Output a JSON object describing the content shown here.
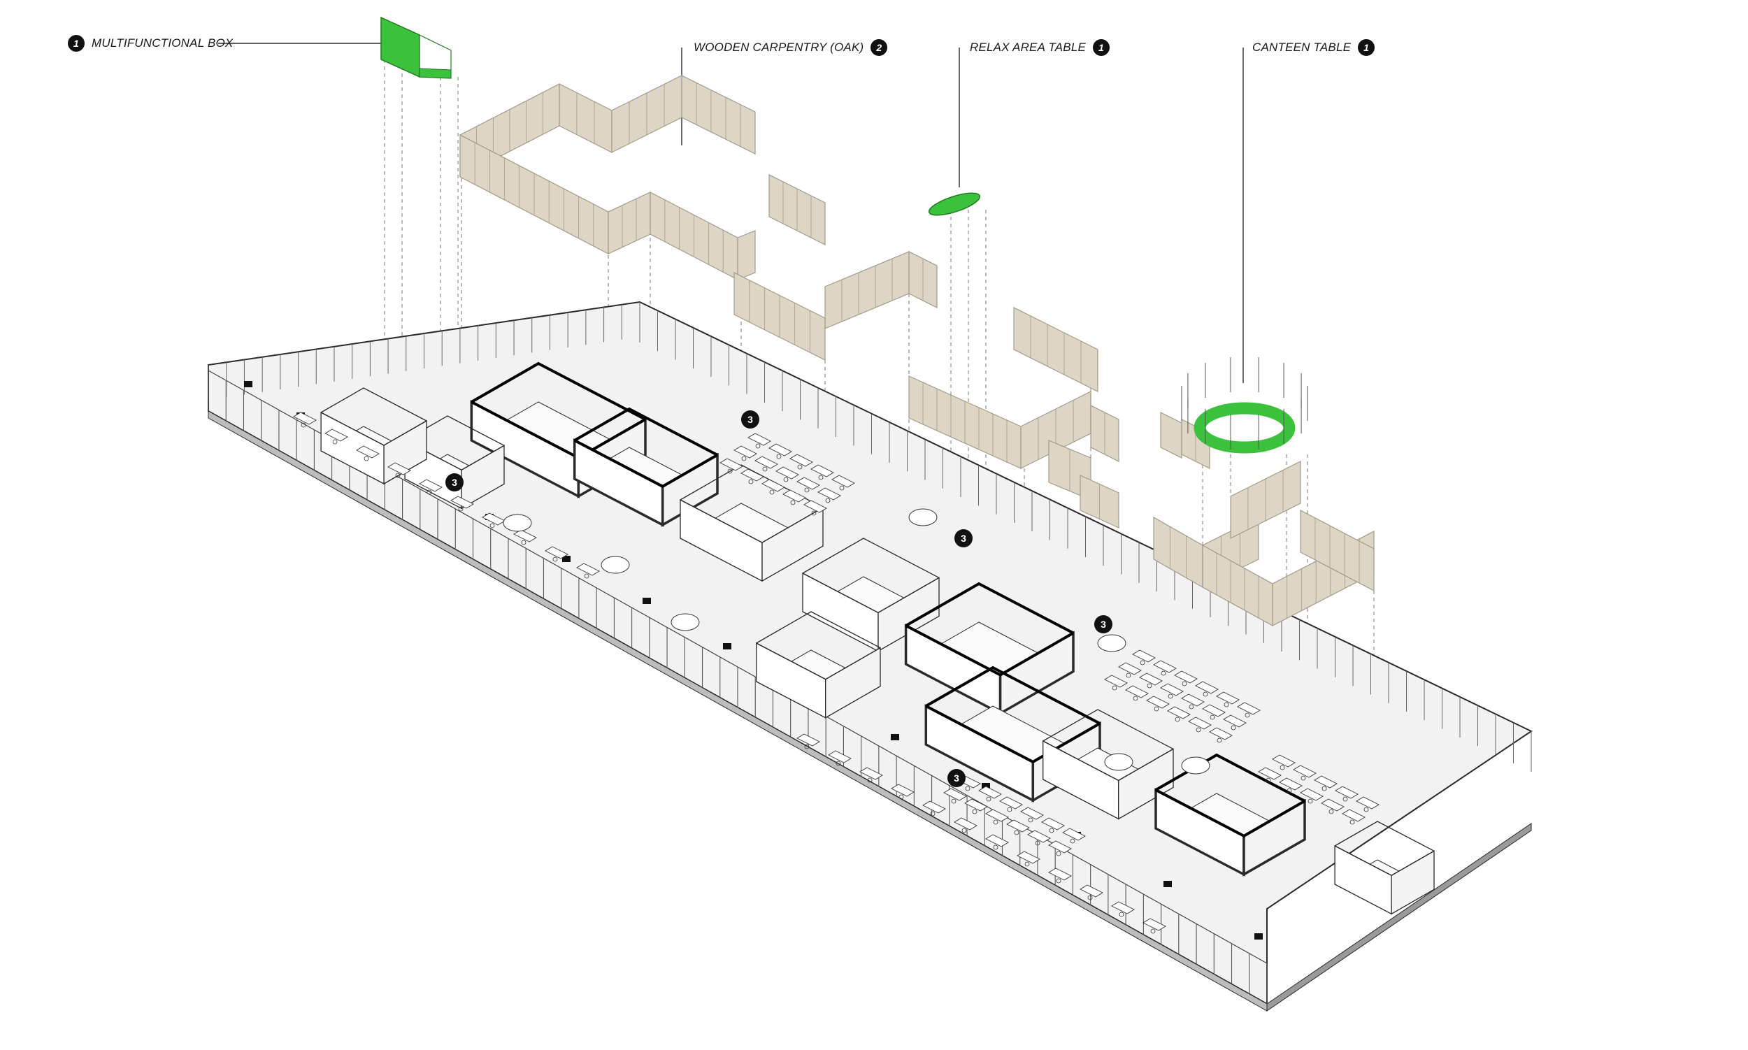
{
  "callouts": [
    {
      "number": "1",
      "label": "MULTIFUNCTIONAL BOX",
      "number_first": true
    },
    {
      "number": "2",
      "label": "WOODEN CARPENTRY (OAK)",
      "number_first": false
    },
    {
      "number": "1",
      "label": "RELAX AREA TABLE",
      "number_first": false
    },
    {
      "number": "1",
      "label": "CANTEEN TABLE",
      "number_first": false
    }
  ],
  "floor_tags": [
    "3",
    "3",
    "3",
    "3",
    "3"
  ],
  "colors": {
    "accent_green": "#3bc13b",
    "oak": "#ddd5c6",
    "oak_line": "#a39a88",
    "line": "#2a2a2a",
    "floor": "#f2f2f2",
    "bold_wall": "#000000"
  }
}
